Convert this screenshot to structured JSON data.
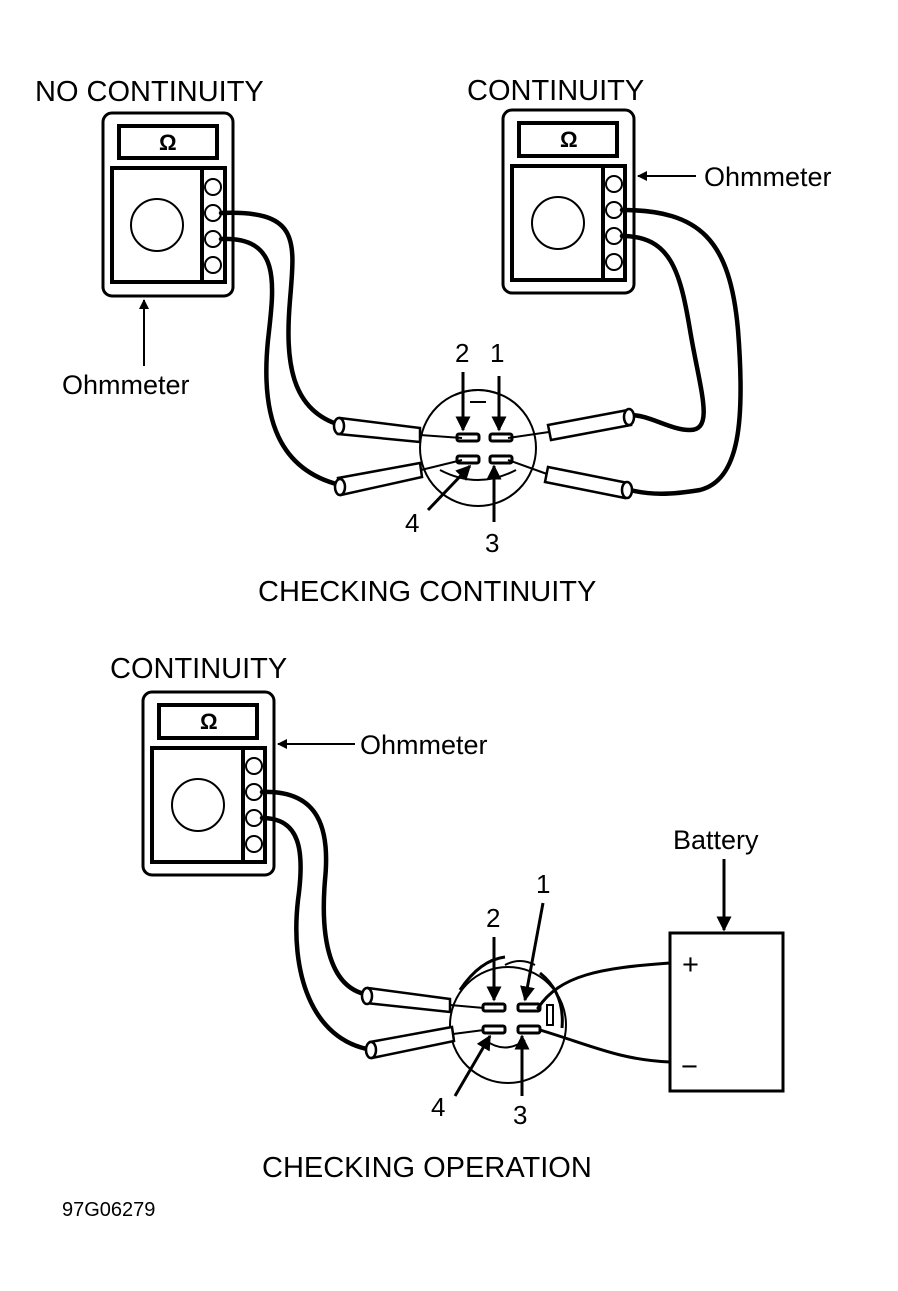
{
  "figure_id": "97G06279",
  "colors": {
    "ink": "#000000",
    "background": "#ffffff"
  },
  "panel_continuity": {
    "caption": "CHECKING CONTINUITY",
    "meter_left": {
      "title": "NO CONTINUITY",
      "label": "Ohmmeter",
      "symbol": "Ω"
    },
    "meter_right": {
      "title": "CONTINUITY",
      "label": "Ohmmeter",
      "symbol": "Ω"
    },
    "terminals": {
      "t1": "1",
      "t2": "2",
      "t3": "3",
      "t4": "4"
    }
  },
  "panel_operation": {
    "caption": "CHECKING OPERATION",
    "meter": {
      "title": "CONTINUITY",
      "label": "Ohmmeter",
      "symbol": "Ω"
    },
    "battery": {
      "label": "Battery",
      "plus": "+",
      "minus": "−"
    },
    "terminals": {
      "t1": "1",
      "t2": "2",
      "t3": "3",
      "t4": "4"
    }
  }
}
